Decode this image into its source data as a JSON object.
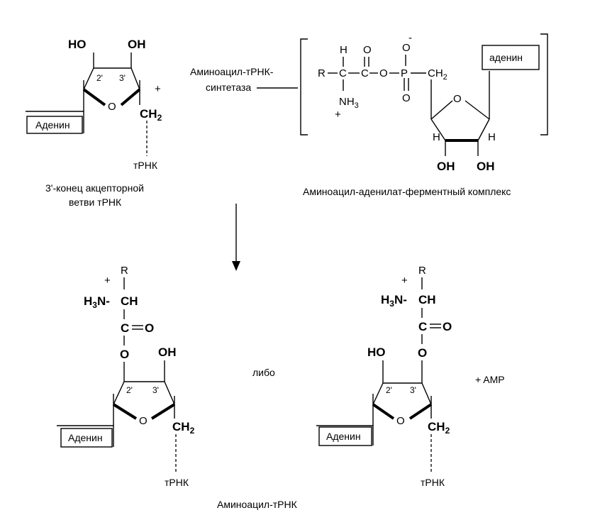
{
  "reactant1": {
    "oh_left": "HO",
    "oh_right": "OH",
    "c2": "2'",
    "c3": "3'",
    "ring_o": "O",
    "ch2": "CH",
    "ch2_sub": "2",
    "plus": "+",
    "base": "Аденин",
    "trna": "тРНК",
    "caption_line1": "3'-конец акцепторной",
    "caption_line2": "ветви тРНК"
  },
  "complex": {
    "enzyme_line1": "Аминоацил-тРНК-",
    "enzyme_line2": "синтетаза",
    "r": "R",
    "h": "H",
    "c1": "C",
    "c2": "C",
    "o_ester": "O",
    "o_carbonyl": "O",
    "p": "P",
    "p_o_top": "O",
    "p_o_bottom": "O",
    "minus": "-",
    "ch2": "CH",
    "ch2_sub": "2",
    "nh3": "NH",
    "nh3_sub": "3",
    "plus": "+",
    "ring_o": "O",
    "h_left": "H",
    "h_right": "H",
    "oh_left": "OH",
    "oh_right": "OH",
    "base": "аденин",
    "caption": "Аминоацил-аденилат-ферментный комплекс"
  },
  "product_a": {
    "plus": "+",
    "r": "R",
    "h3n": "H",
    "h3n_sub": "3",
    "n": "N-",
    "ch": "CH",
    "c": "C",
    "o_carbonyl": "O",
    "o_link": "O",
    "oh": "OH",
    "c2": "2'",
    "c3": "3'",
    "ring_o": "O",
    "ch2": "CH",
    "ch2_sub": "2",
    "base": "Аденин",
    "trna": "тРНК"
  },
  "middle_text": "либо",
  "product_b": {
    "plus": "+",
    "r": "R",
    "h3n": "H",
    "h3n_sub": "3",
    "n": "N-",
    "ch": "CH",
    "c": "C",
    "o_carbonyl": "O",
    "o_link": "O",
    "ho": "HO",
    "c2": "2'",
    "c3": "3'",
    "ring_o": "O",
    "ch2": "CH",
    "ch2_sub": "2",
    "base": "Аденин",
    "trna": "тРНК"
  },
  "plus_amp": "+ AMP",
  "bottom_caption": "Аминоацил-тРНК"
}
